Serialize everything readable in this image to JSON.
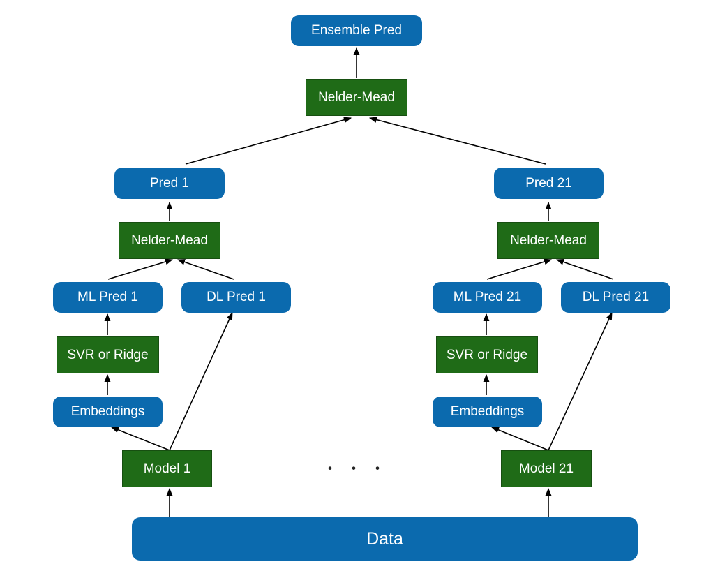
{
  "nodes": {
    "ensemble_pred": "Ensemble Pred",
    "nelder_mead_top": "Nelder-Mead",
    "pred_1": "Pred 1",
    "pred_21": "Pred 21",
    "nelder_mead_1": "Nelder-Mead",
    "nelder_mead_21": "Nelder-Mead",
    "ml_pred_1": "ML Pred 1",
    "dl_pred_1": "DL Pred 1",
    "ml_pred_21": "ML Pred 21",
    "dl_pred_21": "DL Pred 21",
    "svr_ridge_1": "SVR or Ridge",
    "svr_ridge_21": "SVR or Ridge",
    "embeddings_1": "Embeddings",
    "embeddings_21": "Embeddings",
    "model_1": "Model 1",
    "model_21": "Model 21",
    "data": "Data"
  },
  "ellipsis": "・・・",
  "colors": {
    "blue_box": "#0b6aae",
    "green_box": "#1f6b17",
    "arrow": "#000000"
  }
}
